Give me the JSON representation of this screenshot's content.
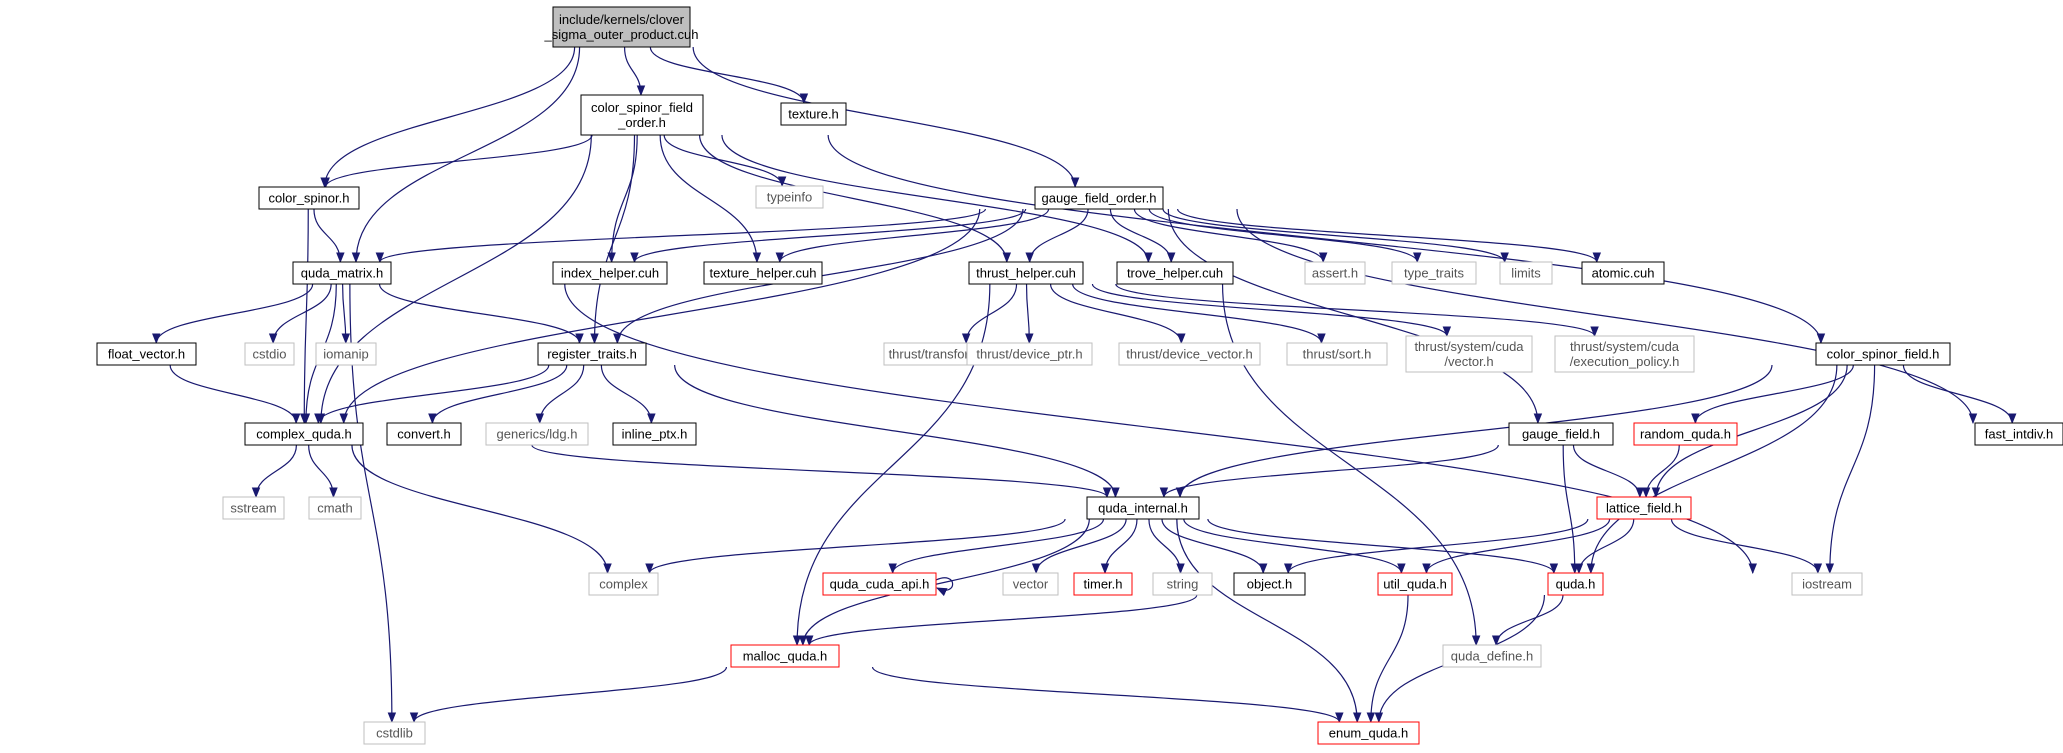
{
  "colors": {
    "edge": "#191970",
    "box_default": "#000000",
    "box_gray": "#bfbfbf",
    "box_red": "#ff0000",
    "root_fill": "#bfbfbf"
  },
  "nodes": {
    "root": {
      "lines": [
        "include/kernels/clover",
        "_sigma_outer_product.cuh"
      ],
      "style": "root"
    },
    "csfo": {
      "lines": [
        "color_spinor_field",
        "_order.h"
      ],
      "style": "default"
    },
    "texture": {
      "lines": [
        "texture.h"
      ],
      "style": "default"
    },
    "color_spinor": {
      "lines": [
        "color_spinor.h"
      ],
      "style": "default"
    },
    "typeinfo": {
      "lines": [
        "typeinfo"
      ],
      "style": "gray"
    },
    "gfo": {
      "lines": [
        "gauge_field_order.h"
      ],
      "style": "default"
    },
    "quda_matrix": {
      "lines": [
        "quda_matrix.h"
      ],
      "style": "default"
    },
    "index_helper": {
      "lines": [
        "index_helper.cuh"
      ],
      "style": "default"
    },
    "texture_helper": {
      "lines": [
        "texture_helper.cuh"
      ],
      "style": "default"
    },
    "thrust_helper": {
      "lines": [
        "thrust_helper.cuh"
      ],
      "style": "default"
    },
    "trove_helper": {
      "lines": [
        "trove_helper.cuh"
      ],
      "style": "default"
    },
    "assert": {
      "lines": [
        "assert.h"
      ],
      "style": "gray"
    },
    "type_traits": {
      "lines": [
        "type_traits"
      ],
      "style": "gray"
    },
    "limits": {
      "lines": [
        "limits"
      ],
      "style": "gray"
    },
    "atomic": {
      "lines": [
        "atomic.cuh"
      ],
      "style": "default"
    },
    "float_vector": {
      "lines": [
        "float_vector.h"
      ],
      "style": "default"
    },
    "cstdio": {
      "lines": [
        "cstdio"
      ],
      "style": "gray"
    },
    "iomanip": {
      "lines": [
        "iomanip"
      ],
      "style": "gray"
    },
    "register_traits": {
      "lines": [
        "register_traits.h"
      ],
      "style": "default"
    },
    "thrust_tr": {
      "lines": [
        "thrust/transform_reduce.h"
      ],
      "style": "gray"
    },
    "thrust_dp": {
      "lines": [
        "thrust/device_ptr.h"
      ],
      "style": "gray"
    },
    "thrust_dv": {
      "lines": [
        "thrust/device_vector.h"
      ],
      "style": "gray"
    },
    "thrust_sort": {
      "lines": [
        "thrust/sort.h"
      ],
      "style": "gray"
    },
    "thrust_vec": {
      "lines": [
        "thrust/system/cuda",
        "/vector.h"
      ],
      "style": "gray"
    },
    "thrust_ep": {
      "lines": [
        "thrust/system/cuda",
        "/execution_policy.h"
      ],
      "style": "gray"
    },
    "csf": {
      "lines": [
        "color_spinor_field.h"
      ],
      "style": "default"
    },
    "complex_quda": {
      "lines": [
        "complex_quda.h"
      ],
      "style": "default"
    },
    "convert": {
      "lines": [
        "convert.h"
      ],
      "style": "default"
    },
    "generics_ldg": {
      "lines": [
        "generics/ldg.h"
      ],
      "style": "gray"
    },
    "inline_ptx": {
      "lines": [
        "inline_ptx.h"
      ],
      "style": "default"
    },
    "gauge_field": {
      "lines": [
        "gauge_field.h"
      ],
      "style": "default"
    },
    "random_quda": {
      "lines": [
        "random_quda.h"
      ],
      "style": "red"
    },
    "fast_intdiv": {
      "lines": [
        "fast_intdiv.h"
      ],
      "style": "default"
    },
    "sstream": {
      "lines": [
        "sstream"
      ],
      "style": "gray"
    },
    "cmath": {
      "lines": [
        "cmath"
      ],
      "style": "gray"
    },
    "quda_internal": {
      "lines": [
        "quda_internal.h"
      ],
      "style": "default"
    },
    "lattice_field": {
      "lines": [
        "lattice_field.h"
      ],
      "style": "red"
    },
    "complex": {
      "lines": [
        "complex"
      ],
      "style": "gray"
    },
    "quda_cuda_api": {
      "lines": [
        "quda_cuda_api.h"
      ],
      "style": "red"
    },
    "vector": {
      "lines": [
        "vector"
      ],
      "style": "gray"
    },
    "timer": {
      "lines": [
        "timer.h"
      ],
      "style": "red"
    },
    "string": {
      "lines": [
        "string"
      ],
      "style": "gray"
    },
    "object": {
      "lines": [
        "object.h"
      ],
      "style": "default"
    },
    "util_quda": {
      "lines": [
        "util_quda.h"
      ],
      "style": "red"
    },
    "quda": {
      "lines": [
        "quda.h"
      ],
      "style": "red"
    },
    "iostream": {
      "lines": [
        "iostream"
      ],
      "style": "gray"
    },
    "quda_define": {
      "lines": [
        "quda_define.h"
      ],
      "style": "gray"
    },
    "malloc_quda": {
      "lines": [
        "malloc_quda.h"
      ],
      "style": "red"
    },
    "cstdlib": {
      "lines": [
        "cstdlib"
      ],
      "style": "gray"
    },
    "enum_quda": {
      "lines": [
        "enum_quda.h"
      ],
      "style": "red"
    }
  },
  "edges": [
    [
      "root",
      "csfo"
    ],
    [
      "root",
      "texture"
    ],
    [
      "root",
      "color_spinor"
    ],
    [
      "root",
      "quda_matrix"
    ],
    [
      "root",
      "gfo"
    ],
    [
      "csfo",
      "color_spinor"
    ],
    [
      "csfo",
      "typeinfo"
    ],
    [
      "csfo",
      "index_helper"
    ],
    [
      "csfo",
      "texture_helper"
    ],
    [
      "csfo",
      "thrust_helper"
    ],
    [
      "csfo",
      "trove_helper"
    ],
    [
      "csfo",
      "complex_quda"
    ],
    [
      "csfo",
      "register_traits"
    ],
    [
      "csfo",
      "csf"
    ],
    [
      "color_spinor",
      "quda_matrix"
    ],
    [
      "color_spinor",
      "complex_quda"
    ],
    [
      "gfo",
      "quda_matrix"
    ],
    [
      "gfo",
      "index_helper"
    ],
    [
      "gfo",
      "texture_helper"
    ],
    [
      "gfo",
      "thrust_helper"
    ],
    [
      "gfo",
      "trove_helper"
    ],
    [
      "gfo",
      "assert"
    ],
    [
      "gfo",
      "type_traits"
    ],
    [
      "gfo",
      "limits"
    ],
    [
      "gfo",
      "atomic"
    ],
    [
      "gfo",
      "fast_intdiv"
    ],
    [
      "gfo",
      "register_traits"
    ],
    [
      "gfo",
      "complex_quda"
    ],
    [
      "gfo",
      "gauge_field"
    ],
    [
      "quda_matrix",
      "float_vector"
    ],
    [
      "quda_matrix",
      "cstdio"
    ],
    [
      "quda_matrix",
      "iomanip"
    ],
    [
      "quda_matrix",
      "register_traits"
    ],
    [
      "quda_matrix",
      "complex_quda"
    ],
    [
      "quda_matrix",
      "cstdlib"
    ],
    [
      "quda_matrix",
      "iostream"
    ],
    [
      "thrust_helper",
      "thrust_tr"
    ],
    [
      "thrust_helper",
      "thrust_dp"
    ],
    [
      "thrust_helper",
      "thrust_dv"
    ],
    [
      "thrust_helper",
      "thrust_sort"
    ],
    [
      "thrust_helper",
      "thrust_vec"
    ],
    [
      "thrust_helper",
      "thrust_ep"
    ],
    [
      "thrust_helper",
      "malloc_quda"
    ],
    [
      "trove_helper",
      "quda_define"
    ],
    [
      "float_vector",
      "complex_quda"
    ],
    [
      "register_traits",
      "complex_quda"
    ],
    [
      "register_traits",
      "convert"
    ],
    [
      "register_traits",
      "generics_ldg"
    ],
    [
      "register_traits",
      "inline_ptx"
    ],
    [
      "register_traits",
      "quda_internal"
    ],
    [
      "csf",
      "quda_internal"
    ],
    [
      "csf",
      "random_quda"
    ],
    [
      "csf",
      "lattice_field"
    ],
    [
      "csf",
      "quda"
    ],
    [
      "csf",
      "iostream"
    ],
    [
      "csf",
      "fast_intdiv"
    ],
    [
      "complex_quda",
      "sstream"
    ],
    [
      "complex_quda",
      "cmath"
    ],
    [
      "complex_quda",
      "complex"
    ],
    [
      "convert",
      "quda_internal"
    ],
    [
      "gauge_field",
      "quda_internal"
    ],
    [
      "gauge_field",
      "lattice_field"
    ],
    [
      "gauge_field",
      "quda"
    ],
    [
      "random_quda",
      "lattice_field"
    ],
    [
      "lattice_field",
      "object"
    ],
    [
      "lattice_field",
      "util_quda"
    ],
    [
      "lattice_field",
      "quda"
    ],
    [
      "lattice_field",
      "iostream"
    ],
    [
      "quda_internal",
      "complex"
    ],
    [
      "quda_internal",
      "quda_cuda_api"
    ],
    [
      "quda_internal",
      "vector"
    ],
    [
      "quda_internal",
      "timer"
    ],
    [
      "quda_internal",
      "string"
    ],
    [
      "quda_internal",
      "object"
    ],
    [
      "quda_internal",
      "util_quda"
    ],
    [
      "quda_internal",
      "quda"
    ],
    [
      "quda_internal",
      "malloc_quda"
    ],
    [
      "quda_internal",
      "enum_quda"
    ],
    [
      "quda_cuda_api",
      "quda_cuda_api"
    ],
    [
      "object",
      "malloc_quda"
    ],
    [
      "util_quda",
      "enum_quda"
    ],
    [
      "quda",
      "quda_define"
    ],
    [
      "quda",
      "enum_quda"
    ],
    [
      "malloc_quda",
      "cstdlib"
    ],
    [
      "malloc_quda",
      "enum_quda"
    ]
  ]
}
